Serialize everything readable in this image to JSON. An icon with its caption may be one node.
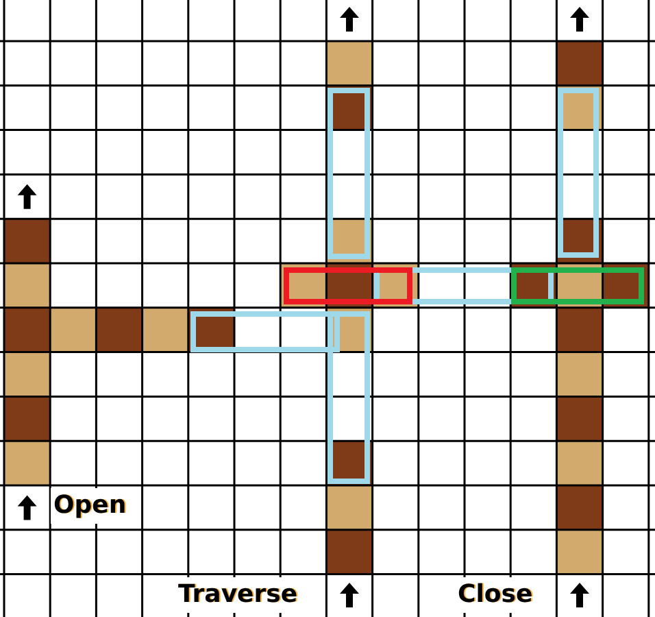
{
  "diagram": {
    "labels": [
      "Open",
      "Traverse",
      "Close"
    ]
  }
}
